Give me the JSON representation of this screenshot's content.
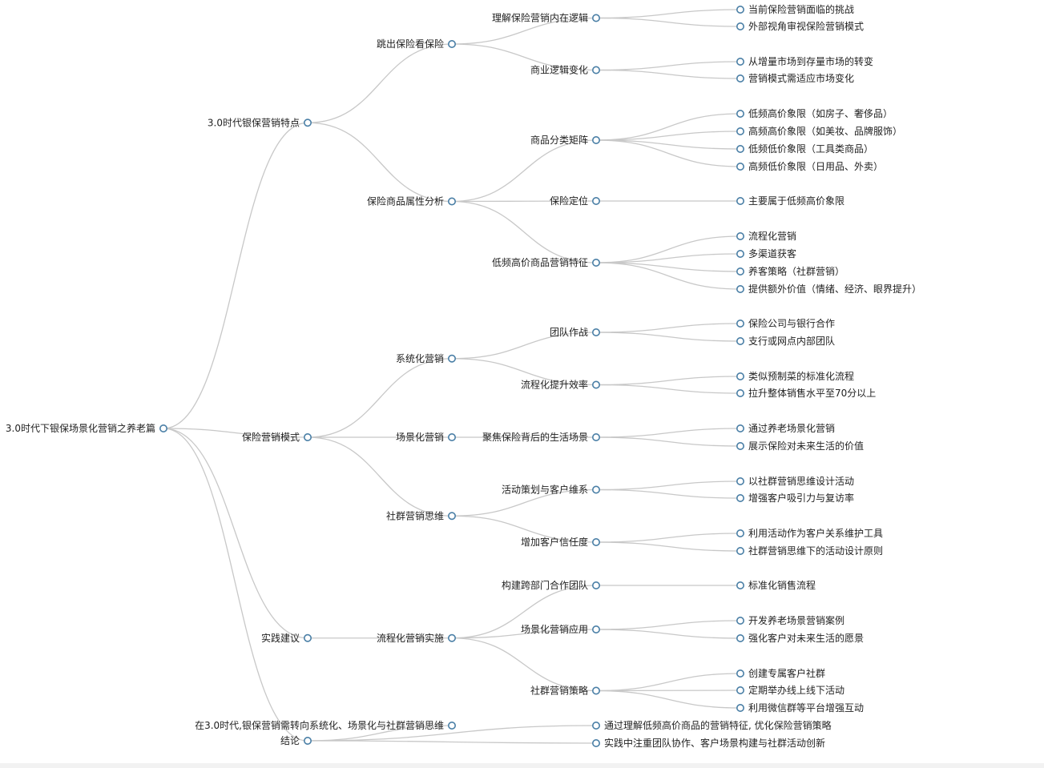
{
  "mindmap": {
    "root": {
      "label": "3.0时代下银保场景化营销之养老篇",
      "children": [
        {
          "label": "3.0时代银保营销特点",
          "children": [
            {
              "label": "跳出保险看保险",
              "children": [
                {
                  "label": "理解保险营销内在逻辑",
                  "children": [
                    {
                      "label": "当前保险营销面临的挑战"
                    },
                    {
                      "label": "外部视角审视保险营销模式"
                    }
                  ]
                },
                {
                  "label": "商业逻辑变化",
                  "children": [
                    {
                      "label": "从增量市场到存量市场的转变"
                    },
                    {
                      "label": "营销模式需适应市场变化"
                    }
                  ]
                }
              ]
            },
            {
              "label": "保险商品属性分析",
              "children": [
                {
                  "label": "商品分类矩阵",
                  "children": [
                    {
                      "label": "低频高价象限（如房子、奢侈品）"
                    },
                    {
                      "label": "高频高价象限（如美妆、品牌服饰）"
                    },
                    {
                      "label": "低频低价象限（工具类商品）"
                    },
                    {
                      "label": "高频低价象限（日用品、外卖）"
                    }
                  ]
                },
                {
                  "label": "保险定位",
                  "children": [
                    {
                      "label": "主要属于低频高价象限"
                    }
                  ]
                },
                {
                  "label": "低频高价商品营销特征",
                  "children": [
                    {
                      "label": "流程化营销"
                    },
                    {
                      "label": "多渠道获客"
                    },
                    {
                      "label": "养客策略（社群营销）"
                    },
                    {
                      "label": "提供额外价值（情绪、经济、眼界提升）"
                    }
                  ]
                }
              ]
            }
          ]
        },
        {
          "label": "保险营销模式",
          "children": [
            {
              "label": "系统化营销",
              "children": [
                {
                  "label": "团队作战",
                  "children": [
                    {
                      "label": "保险公司与银行合作"
                    },
                    {
                      "label": "支行或网点内部团队"
                    }
                  ]
                },
                {
                  "label": "流程化提升效率",
                  "children": [
                    {
                      "label": "类似预制菜的标准化流程"
                    },
                    {
                      "label": "拉升整体销售水平至70分以上"
                    }
                  ]
                }
              ]
            },
            {
              "label": "场景化营销",
              "children": [
                {
                  "label": "聚焦保险背后的生活场景",
                  "children": [
                    {
                      "label": "通过养老场景化营销"
                    },
                    {
                      "label": "展示保险对未来生活的价值"
                    }
                  ]
                }
              ]
            },
            {
              "label": "社群营销思维",
              "children": [
                {
                  "label": "活动策划与客户维系",
                  "children": [
                    {
                      "label": "以社群营销思维设计活动"
                    },
                    {
                      "label": "增强客户吸引力与复访率"
                    }
                  ]
                },
                {
                  "label": "增加客户信任度",
                  "children": [
                    {
                      "label": "利用活动作为客户关系维护工具"
                    },
                    {
                      "label": "社群营销思维下的活动设计原则"
                    }
                  ]
                }
              ]
            }
          ]
        },
        {
          "label": "实践建议",
          "children": [
            {
              "label": "流程化营销实施",
              "children": [
                {
                  "label": "构建跨部门合作团队",
                  "children": [
                    {
                      "label": "标准化销售流程"
                    }
                  ]
                },
                {
                  "label": "场景化营销应用",
                  "children": [
                    {
                      "label": "开发养老场景营销案例"
                    },
                    {
                      "label": "强化客户对未来生活的愿景"
                    }
                  ]
                },
                {
                  "label": "社群营销策略",
                  "children": [
                    {
                      "label": "创建专属客户社群"
                    },
                    {
                      "label": "定期举办线上线下活动"
                    },
                    {
                      "label": "利用微信群等平台增强互动"
                    }
                  ]
                }
              ]
            }
          ]
        },
        {
          "label": "结论",
          "children": [
            {
              "label": "在3.0时代,银保营销需转向系统化、场景化与社群营销思维"
            },
            {
              "label": "通过理解低频高价商品的营销特征, 优化保险营销策略"
            },
            {
              "label": "实践中注重团队协作、客户场景构建与社群活动创新"
            }
          ]
        }
      ]
    }
  }
}
